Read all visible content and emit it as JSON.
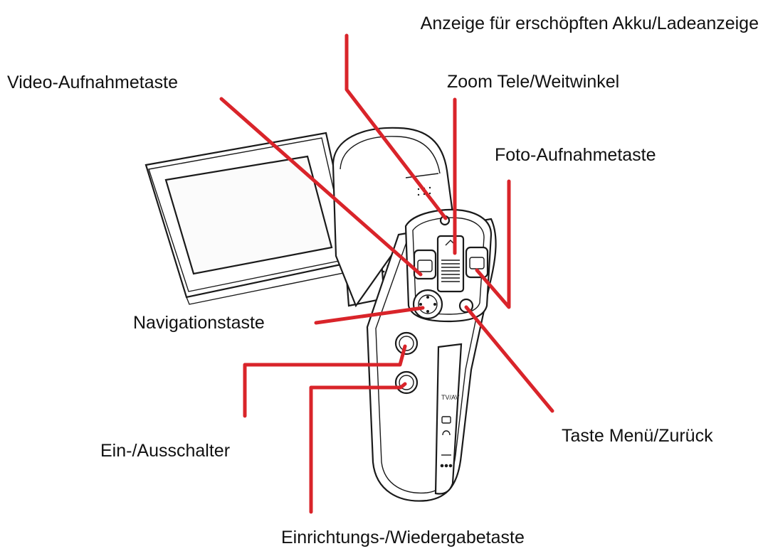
{
  "diagram": {
    "accent_color": "#d9242a",
    "labels": {
      "battery_indicator": "Anzeige für erschöpften Akku/Ladeanzeige",
      "video_button": "Video-Aufnahmetaste",
      "zoom": "Zoom Tele/Weitwinkel",
      "photo_button": "Foto-Aufnahmetaste",
      "navigation": "Navigationstaste",
      "menu_back": "Taste Menü/Zurück",
      "power": "Ein-/Ausschalter",
      "setup_playback": "Einrichtungs-/Wiedergabetaste"
    },
    "device_marks": {
      "tv_out": "TV/AV"
    }
  }
}
